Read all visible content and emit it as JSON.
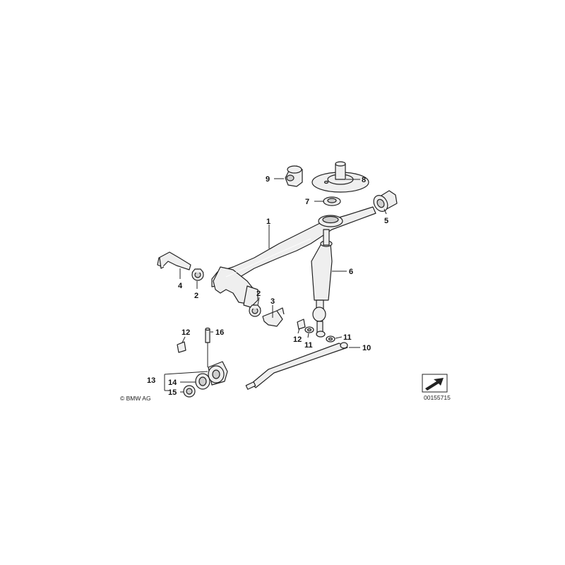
{
  "diagram": {
    "callouts": {
      "c1": "1",
      "c2a": "2",
      "c2b": "2",
      "c3": "3",
      "c4": "4",
      "c5": "5",
      "c6": "6",
      "c7": "7",
      "c8": "8",
      "c9": "9",
      "c10": "10",
      "c11a": "11",
      "c11b": "11",
      "c12a": "12",
      "c12b": "12",
      "c13": "13",
      "c14": "14",
      "c15": "15",
      "c16": "16"
    },
    "copyright": "© BMW AG",
    "image_number": "00155715",
    "icons": {
      "direction_arrow": "direction-arrow-icon"
    }
  }
}
